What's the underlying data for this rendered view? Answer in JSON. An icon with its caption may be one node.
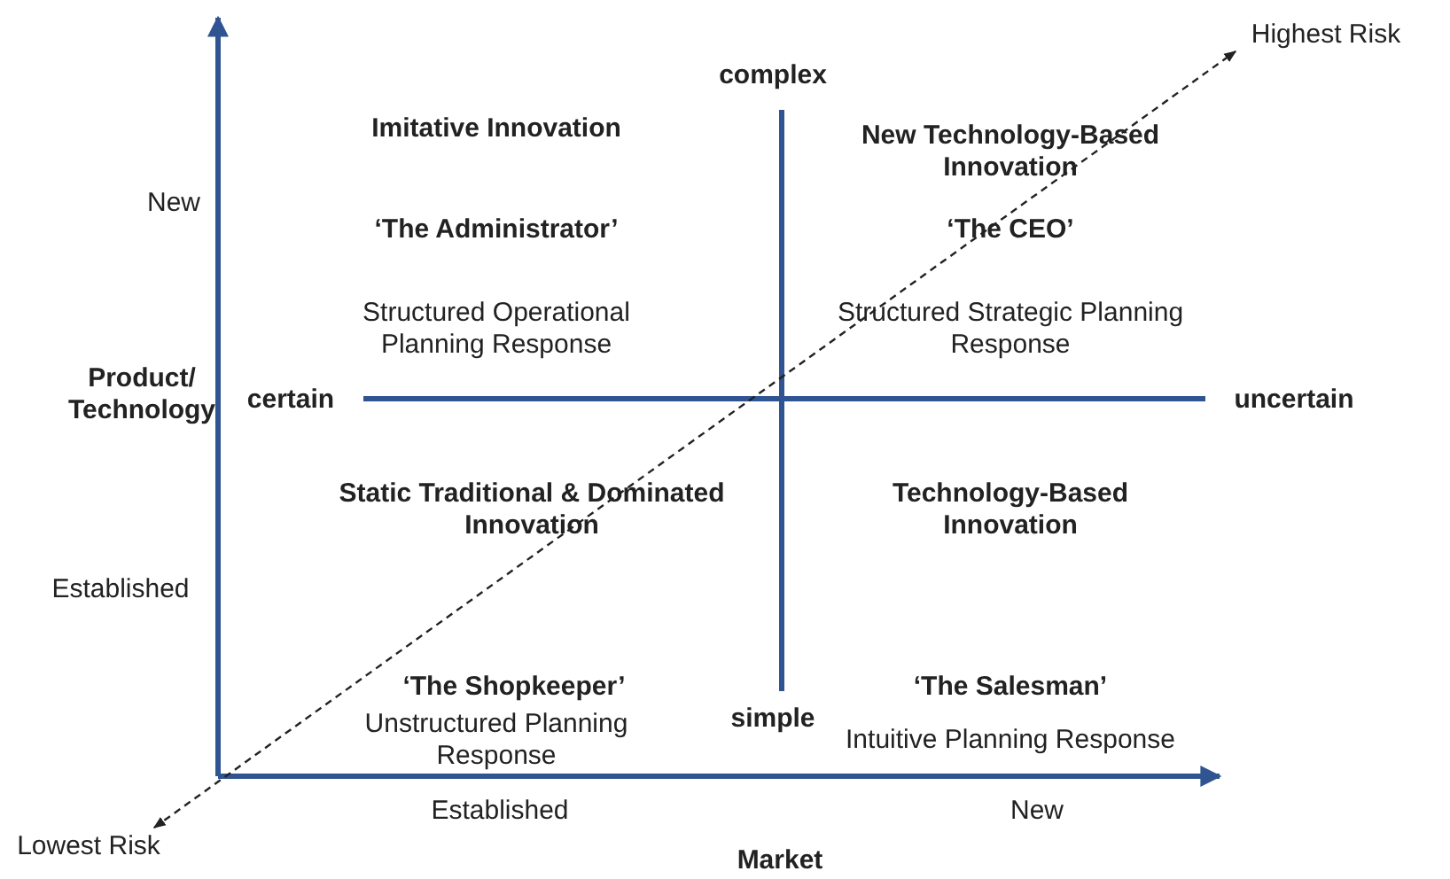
{
  "diagram": {
    "nodes": [
      {
        "text": [
          "Highest Risk"
        ]
      },
      {
        "text": [
          "Lowest Risk"
        ]
      }
    ],
    "edges": [
      {
        "from": 1,
        "to": 0,
        "arrow": "both",
        "style": "dashed"
      }
    ],
    "labels": [
      "complex",
      "Imitative Innovation",
      "New Technology-Based Innovation",
      "New",
      "‘The Administrator’",
      "‘The CEO’",
      "Structured Operational Planning Response",
      "Structured Strategic Planning Response",
      "Product/ Technology",
      "certain",
      "uncertain",
      "Static Traditional & Dominated Innovation",
      "Technology-Based Innovation",
      "Established",
      "‘The Shopkeeper’",
      "‘The Salesman’",
      "Unstructured Planning Response",
      "Intuitive Planning Response",
      "simple",
      "Established",
      "New",
      "Market"
    ]
  }
}
